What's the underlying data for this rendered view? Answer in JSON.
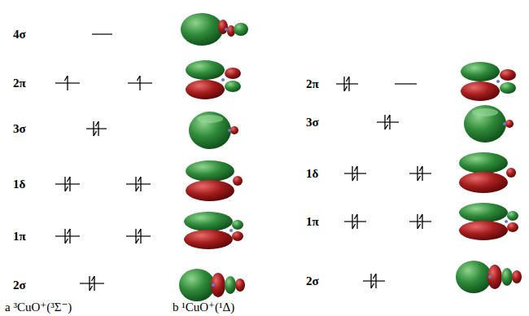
{
  "diagram": {
    "labels": [
      "4σ",
      "2π",
      "3σ",
      "1δ",
      "1π",
      "2σ",
      "a ³CuO⁺(³Σ⁻)",
      "b ¹CuO⁺(¹Δ)",
      "2π",
      "3σ",
      "1δ",
      "1π",
      "2σ"
    ]
  }
}
